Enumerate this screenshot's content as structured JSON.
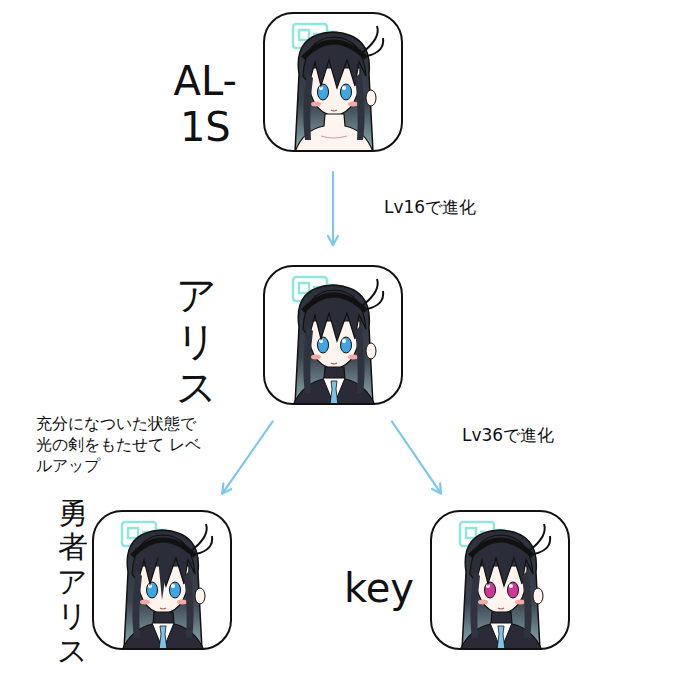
{
  "diagram": {
    "nodes": [
      {
        "text": [
          "AL-1S"
        ]
      },
      {
        "text": [
          "アリス"
        ]
      },
      {
        "text": [
          "勇者 アリス"
        ]
      },
      {
        "text": [
          "key"
        ]
      }
    ],
    "edges": [
      {
        "from": 0,
        "to": 1,
        "label": "Lv16で進化",
        "arrow": "to"
      },
      {
        "from": 1,
        "to": 2,
        "label": "充分になついた状態で 光の剣をもたせて レベルアップ",
        "arrow": "to"
      },
      {
        "from": 1,
        "to": 3,
        "label": "Lv36で進化",
        "arrow": "to"
      }
    ]
  }
}
